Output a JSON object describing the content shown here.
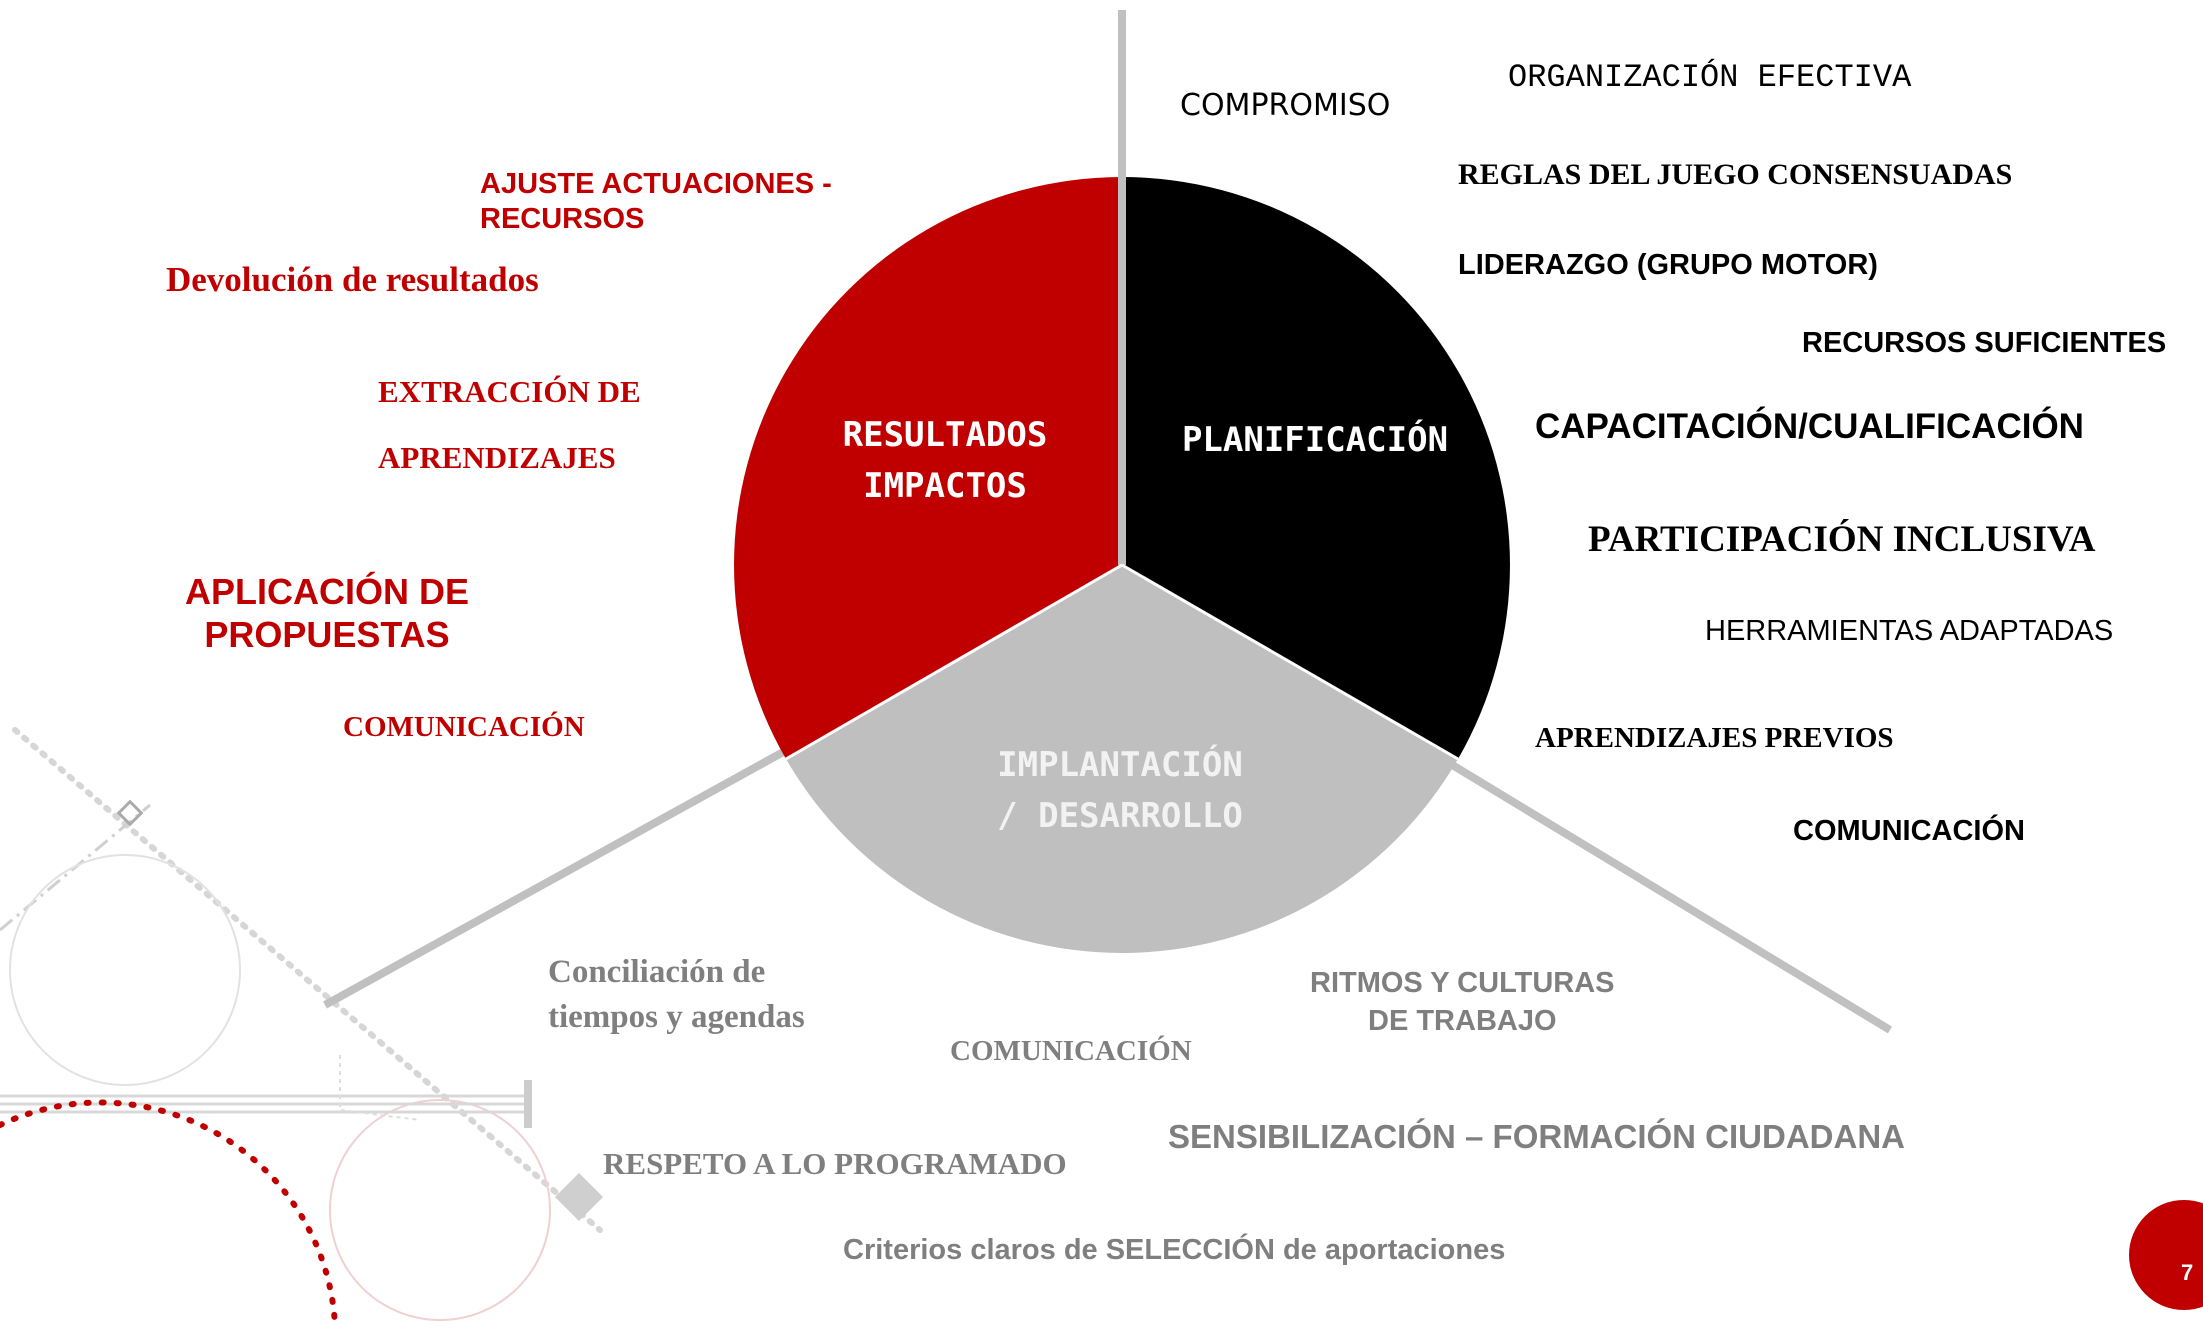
{
  "segments": {
    "red": "RESULTADOS\nIMPACTOS",
    "black": "PLANIFICACIÓN",
    "gray": "IMPLANTACIÓN\n/ DESARROLLO"
  },
  "colors": {
    "red": "#c00000",
    "black": "#000000",
    "gray": "#bfbfbf",
    "divider": "#c0c0c0"
  },
  "labels": {
    "compromiso": "COMPROMISO",
    "organizacion": "ORGANIZACIÓN EFECTIVA",
    "reglas": "REGLAS DEL JUEGO CONSENSUADAS",
    "liderazgo": "LIDERAZGO (GRUPO MOTOR)",
    "recursos": "RECURSOS SUFICIENTES",
    "capacitacion": "CAPACITACIÓN/CUALIFICACIÓN",
    "participacion": "PARTICIPACIÓN INCLUSIVA",
    "herramientas": "HERRAMIENTAS ADAPTADAS",
    "aprendizajes_previos": "APRENDIZAJES PREVIOS",
    "comunicacion_right": "COMUNICACIÓN",
    "ajuste": "AJUSTE ACTUACIONES -\nRECURSOS",
    "devolucion": "Devolución de resultados",
    "extraccion_1": "EXTRACCIÓN DE",
    "extraccion_2": "APRENDIZAJES",
    "aplicacion": "APLICACIÓN DE\nPROPUESTAS",
    "comunicacion_left": "COMUNICACIÓN",
    "conciliacion": "Conciliación de\ntiempos y agendas",
    "comunicacion_bottom": "COMUNICACIÓN",
    "ritmos": "RITMOS Y CULTURAS\nDE TRABAJO",
    "sensibilizacion": "SENSIBILIZACIÓN – FORMACIÓN CIUDADANA",
    "respeto": "RESPETO A LO PROGRAMADO",
    "criterios": "Criterios claros de SELECCIÓN de aportaciones"
  },
  "page_number": "7"
}
